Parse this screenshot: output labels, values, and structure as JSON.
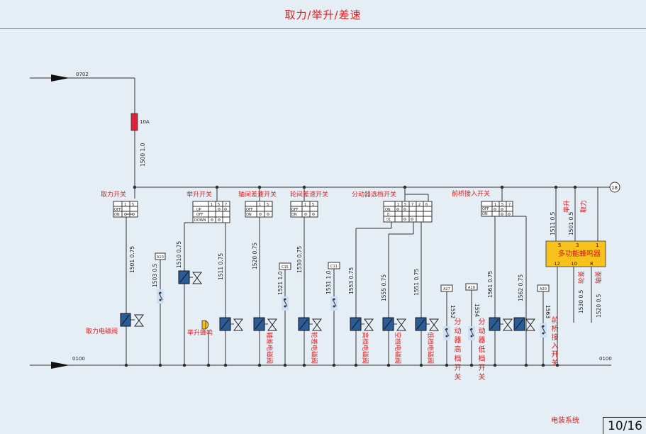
{
  "title": "取力/举升/差速",
  "footer": "电装系统",
  "page_number": "10/16",
  "colors": {
    "label": "#e02020",
    "wire": "#333333",
    "valve": "#2a5c98",
    "buzzer_box": "#f8c21d",
    "fuse": "#e0203c"
  },
  "wires": {
    "top_in": "0702",
    "ground_left": "0100",
    "ground_right": "0100",
    "fuse_label": "10A",
    "fuse_wire": "1500 1.0",
    "bus_ref": "18"
  },
  "switches": {
    "pto": {
      "label": "取力开关",
      "cols": [
        "1",
        "5"
      ],
      "rows": [
        "OFF",
        "ON"
      ]
    },
    "lift": {
      "label": "举升开关",
      "cols": [
        "1",
        "5",
        "7"
      ],
      "rows": [
        "UP",
        "OFF",
        "DOWN"
      ]
    },
    "axle_diff": {
      "label": "轴间差速开关",
      "cols": [
        "1",
        "5"
      ],
      "rows": [
        "OFF",
        "ON"
      ]
    },
    "wheel_diff": {
      "label": "轮间差速开关",
      "cols": [
        "1",
        "5"
      ],
      "rows": [
        "OFF",
        "ON"
      ]
    },
    "transfer": {
      "label": "分动器选档开关",
      "cols": [
        "1",
        "5",
        "7",
        "2",
        "6"
      ],
      "rows": [
        "ON",
        "0",
        "01"
      ]
    },
    "front_axle": {
      "label": "前桥接入开关",
      "cols": [
        "1",
        "5",
        "7"
      ],
      "rows": [
        "OFF",
        "ON"
      ]
    }
  },
  "wire_ids": {
    "w1501": "1501 0.75",
    "w1503": "1503 0.5",
    "w1510": "1510 0.75",
    "w1511": "1511 0.75",
    "w1520": "1520 0.75",
    "w1521": "1521 1.0",
    "w1530": "1530 0.75",
    "w1531": "1531 1.0",
    "w1553": "1553 0.75",
    "w1555": "1555 0.75",
    "w1551": "1551 0.75",
    "w1552": "1552",
    "w1554": "1554",
    "w1561": "1561 0.75",
    "w1562": "1562 0.75",
    "w1563": "1563",
    "buz1511": "1511 0.5",
    "buz1501": "1501 0.5",
    "buz1530": "1530 0.5",
    "buz1520": "1520 0.5"
  },
  "connectors": {
    "a10": "A10",
    "c15": "C15",
    "c11": "C11",
    "a27": "A27",
    "a19": "A19",
    "a20": "A20"
  },
  "components": {
    "pto_valve": "取力电磁阀",
    "lift_buzzer": "举升蜂鸣",
    "axle_valve": "轴差电磁阀",
    "wheel_valve": "轮差电磁阀",
    "high_valve": "高档电磁阀",
    "empty_valve": "空档电磁阀",
    "low_valve": "低档电磁阀",
    "transfer_high_sw": "分动器高档开关",
    "transfer_low_sw": "分动器低档开关",
    "front_axle_sw": "前桥接入开关"
  },
  "buzzer": {
    "name": "多功能蜂鸣器",
    "pins_top": [
      "5",
      "3",
      "1"
    ],
    "pins_bottom": [
      "12",
      "10",
      "8"
    ],
    "lbl_lift": "举升",
    "lbl_pto": "取力",
    "lbl_wheel": "轮差",
    "lbl_axle": "轴差"
  }
}
